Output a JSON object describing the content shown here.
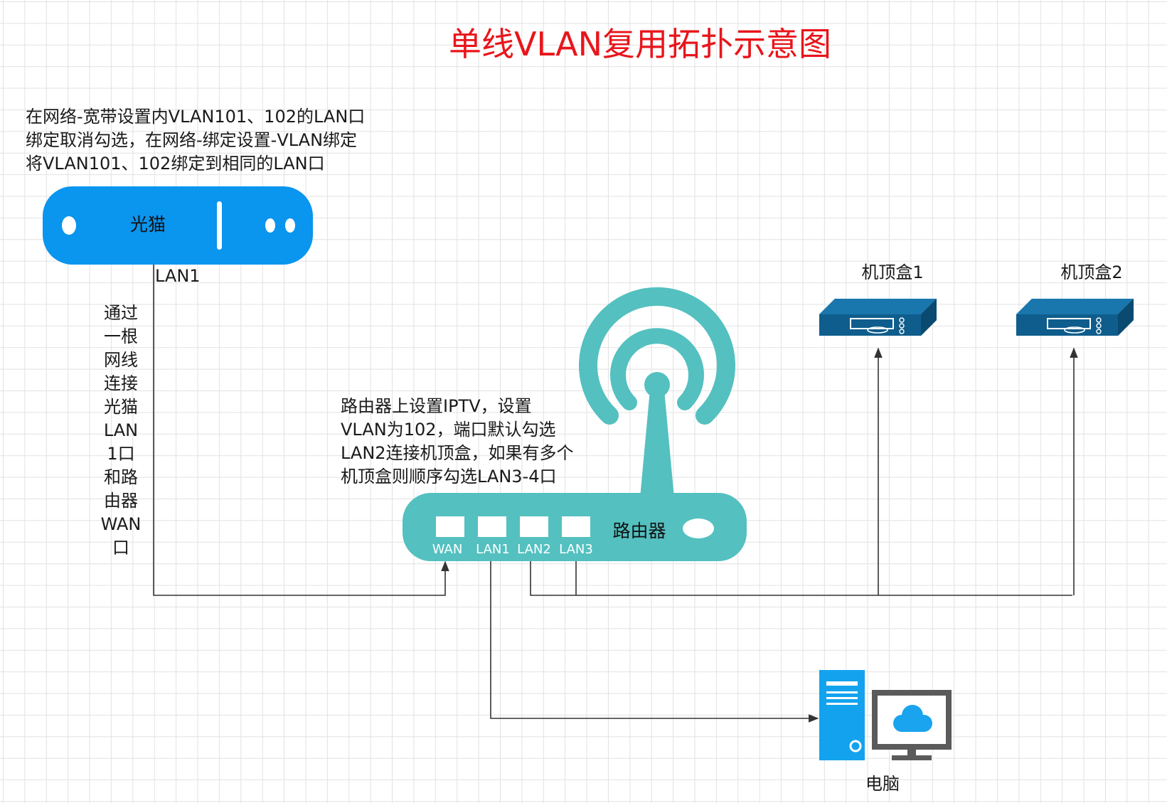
{
  "title": "单线VLAN复用拓扑示意图",
  "notes": {
    "modem_lines": [
      "在网络-宽带设置内VLAN101、102的LAN口",
      "绑定取消勾选，在网络-绑定设置-VLAN绑定",
      "将VLAN101、102绑定到相同的LAN口"
    ],
    "router_lines": [
      "路由器上设置IPTV，设置",
      "VLAN为102，端口默认勾选",
      "LAN2连接机顶盒，如果有多个",
      "机顶盒则顺序勾选LAN3-4口"
    ],
    "cable_lines": [
      "通过",
      "一根",
      "网线",
      "连接",
      "光猫",
      "LAN",
      "1口",
      "和路",
      "由器",
      "WAN",
      "口"
    ]
  },
  "modem": {
    "label": "光猫",
    "port_label": "LAN1"
  },
  "router": {
    "label": "路由器",
    "ports": [
      "WAN",
      "LAN1",
      "LAN2",
      "LAN3"
    ]
  },
  "stb1": {
    "label": "机顶盒1"
  },
  "stb2": {
    "label": "机顶盒2"
  },
  "pc": {
    "label": "电脑"
  },
  "colors": {
    "title": "#e8151b",
    "modem": "#0a95ee",
    "router": "#54c0c0",
    "stb": "#0f5d8c",
    "pc_tower": "#13a3ee",
    "monitor": "#5b5b5b",
    "cloud": "#1aa3ee",
    "line": "#333333",
    "grid": "#e2e2e2"
  },
  "icons": {
    "modem": "optical-modem-icon",
    "router": "wifi-router-icon",
    "stb": "set-top-box-icon",
    "pc": "desktop-computer-icon",
    "cloud": "cloud-icon"
  }
}
